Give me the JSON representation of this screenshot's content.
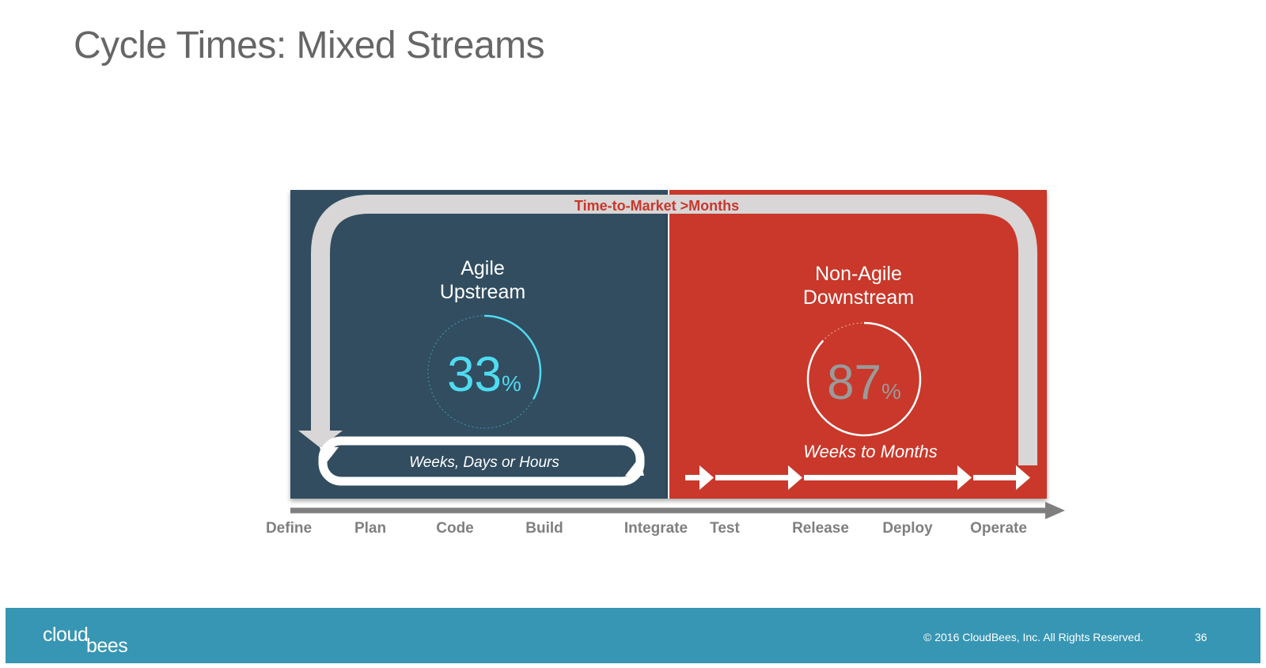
{
  "slide": {
    "title": "Cycle Times: Mixed Streams"
  },
  "diagram": {
    "top_loop_label": "Time-to-Market >Months",
    "upstream": {
      "heading_line1": "Agile",
      "heading_line2": "Upstream",
      "percent_value": "33",
      "percent_sign": "%",
      "percent": 33,
      "loop_label": "Weeks, Days or Hours",
      "color": "#334d61",
      "accent": "#4fdcf2"
    },
    "downstream": {
      "heading_line1": "Non-Agile",
      "heading_line2": "Downstream",
      "percent_value": "87",
      "percent_sign": "%",
      "percent": 87,
      "flow_label": "Weeks to Months",
      "color": "#c9372c",
      "accent": "#9a9a9a"
    },
    "stages": [
      "Define",
      "Plan",
      "Code",
      "Build",
      "Integrate",
      "Test",
      "Release",
      "Deploy",
      "Operate"
    ]
  },
  "footer": {
    "logo_part1": "cloud",
    "logo_part2": "bees",
    "copyright": "© 2016 CloudBees, Inc. All Rights Reserved.",
    "page_number": "36"
  }
}
